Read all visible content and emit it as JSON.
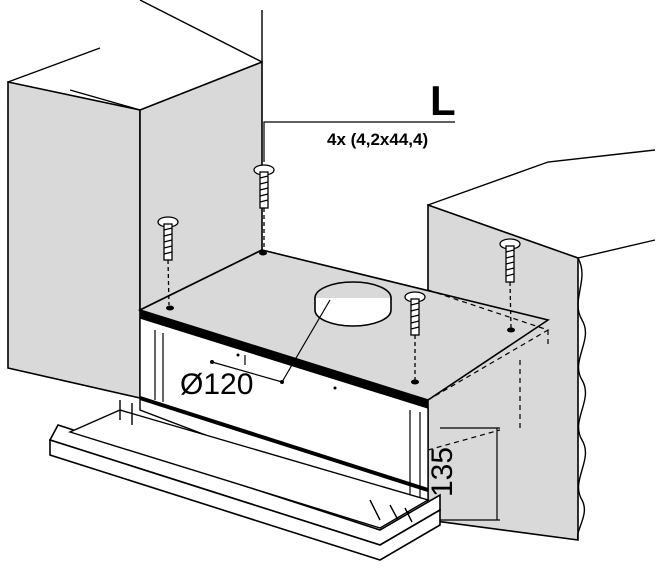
{
  "labels": {
    "part_letter": "L",
    "screw_spec": "4x (4,2x44,4)",
    "duct_diameter": "Ø120",
    "height_dimension": "135"
  },
  "colors": {
    "panel_fill": "#d9d9d9",
    "line": "#000000",
    "background": "#ffffff"
  }
}
